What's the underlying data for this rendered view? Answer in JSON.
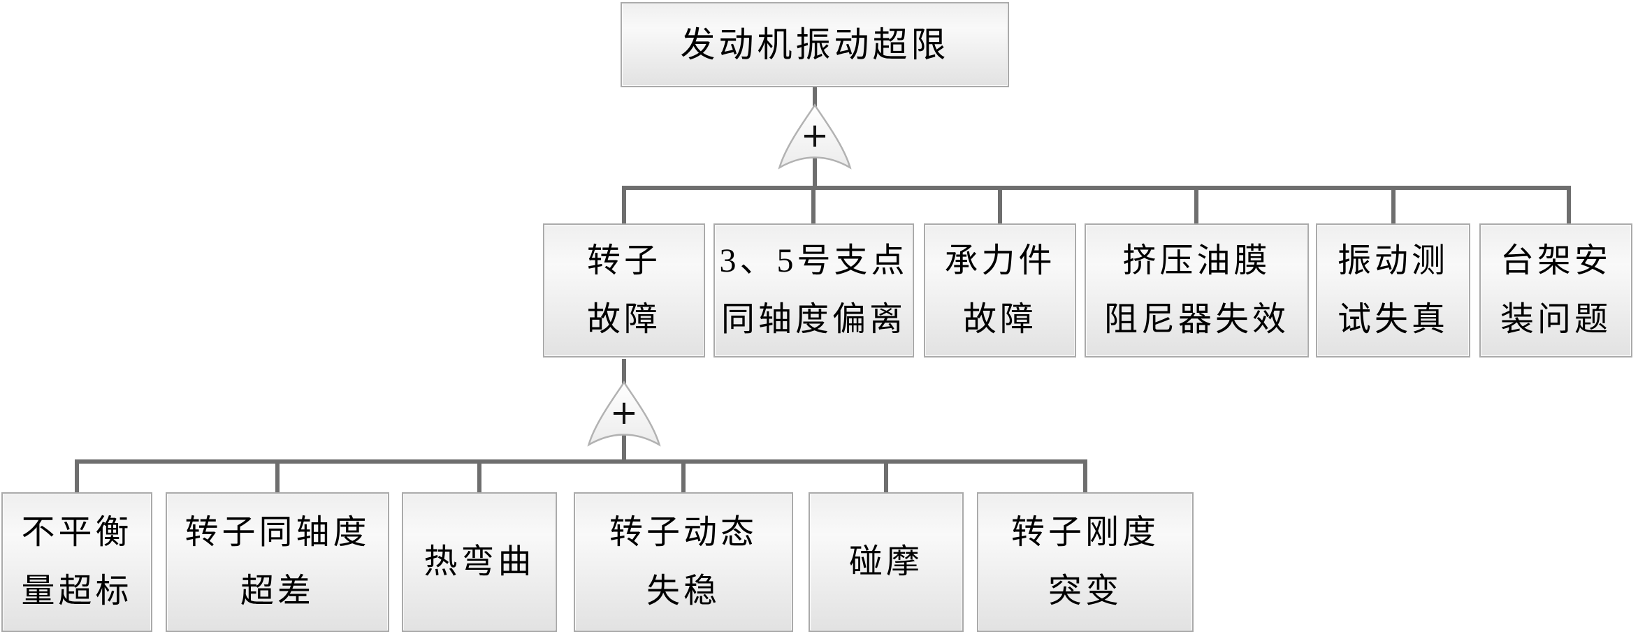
{
  "tree": {
    "root": {
      "label": "发动机振动超限",
      "lines": [
        "发动机振动超限"
      ]
    },
    "or_gates": [
      {
        "symbol": "+"
      },
      {
        "symbol": "+"
      }
    ],
    "level1": [
      {
        "label": "转子故障",
        "lines": [
          "转子",
          "故障"
        ]
      },
      {
        "label": "3、5号支点同轴度偏离",
        "lines": [
          "3、5号支点",
          "同轴度偏离"
        ]
      },
      {
        "label": "承力件故障",
        "lines": [
          "承力件",
          "故障"
        ]
      },
      {
        "label": "挤压油膜阻尼器失效",
        "lines": [
          "挤压油膜",
          "阻尼器失效"
        ]
      },
      {
        "label": "振动测试失真",
        "lines": [
          "振动测",
          "试失真"
        ]
      },
      {
        "label": "台架安装问题",
        "lines": [
          "台架安",
          "装问题"
        ]
      }
    ],
    "level2": [
      {
        "label": "不平衡量超标",
        "lines": [
          "不平衡",
          "量超标"
        ]
      },
      {
        "label": "转子同轴度超差",
        "lines": [
          "转子同轴度",
          "超差"
        ]
      },
      {
        "label": "热弯曲",
        "lines": [
          "热弯曲"
        ]
      },
      {
        "label": "转子动态失稳",
        "lines": [
          "转子动态",
          "失稳"
        ]
      },
      {
        "label": "碰摩",
        "lines": [
          "碰摩"
        ]
      },
      {
        "label": "转子刚度突变",
        "lines": [
          "转子刚度",
          "突变"
        ]
      }
    ],
    "colors": {
      "connector_line": "#6e6e6e",
      "box_border": "#aaaaaa",
      "box_fill_top": "#efefef",
      "box_fill_bottom": "#e2e2e2",
      "gate_fill": "#f5f5f5",
      "gate_stroke": "#b2b2b2",
      "text": "#000000"
    }
  }
}
